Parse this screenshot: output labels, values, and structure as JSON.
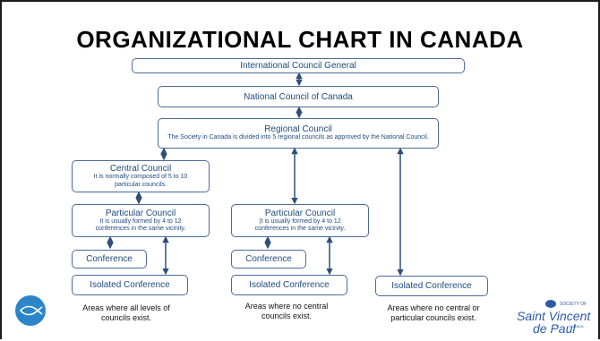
{
  "title": "ORGANIZATIONAL CHART  IN CANADA",
  "boxes": {
    "international": {
      "title": "International Council General"
    },
    "national": {
      "title": "National Council of Canada"
    },
    "regional": {
      "title": "Regional Council",
      "desc": "The Society in Canada is divided into 5 regional councils as approved by the National Council."
    },
    "central": {
      "title": "Central Council",
      "desc": "It is normally composed of 5 to 10 particular councils."
    },
    "particular_left": {
      "title": "Particular Council",
      "desc": "It is usually formed by 4 to 12 conferences in the same vicinity."
    },
    "particular_mid": {
      "title": "Particular Council",
      "desc": "(t is usually formed by 4 to 12 conferences in the same vicinity."
    },
    "conference_left": {
      "title": "Conference"
    },
    "conference_mid": {
      "title": "Conference"
    },
    "isolated_left": {
      "title": "Isolated Conference"
    },
    "isolated_mid": {
      "title": "Isolated Conference"
    },
    "isolated_right": {
      "title": "Isolated Conference"
    }
  },
  "captions": {
    "left": "Areas where all levels of councils exist.",
    "mid": "Areas where no central councils exist.",
    "right": "Areas where no central or particular councils exist."
  },
  "logos": {
    "left_icon": "fish-circle-logo",
    "right_top": "SOCIETY OF",
    "right_word1": "Saint Vincent",
    "right_word2": "de Paul",
    "right_small": "CANADA"
  },
  "colors": {
    "box_border": "#4a6b9a",
    "box_text": "#1f4a7c",
    "arrow": "#2f4f7a",
    "left_logo": "#2b86c9",
    "right_logo": "#2b5aa8"
  }
}
